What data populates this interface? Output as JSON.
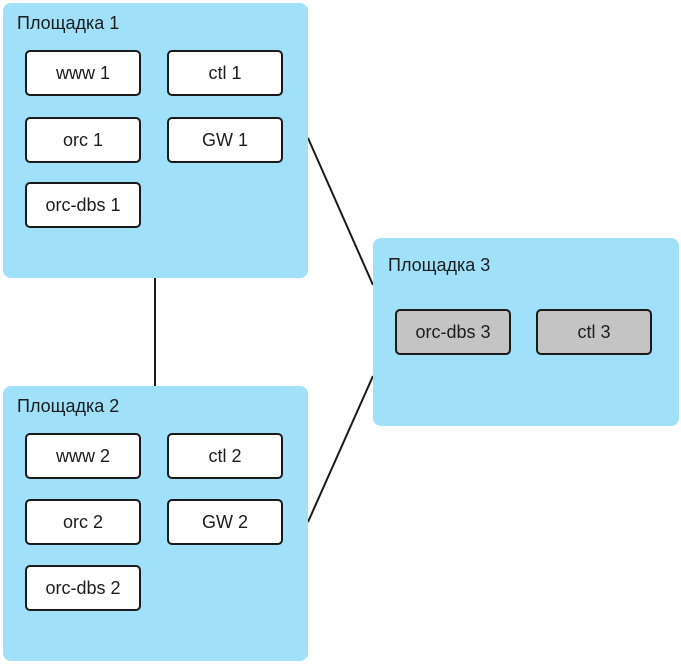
{
  "sites": {
    "site1": {
      "title": "Площадка 1",
      "nodes": [
        "www 1",
        "ctl 1",
        "orc 1",
        "GW 1",
        "orc-dbs 1"
      ]
    },
    "site2": {
      "title": "Площадка 2",
      "nodes": [
        "www 2",
        "ctl 2",
        "orc 2",
        "GW 2",
        "orc-dbs 2"
      ]
    },
    "site3": {
      "title": "Площадка 3",
      "nodes": [
        "orc-dbs 3",
        "ctl 3"
      ]
    }
  },
  "colors": {
    "site_fill": "#a0e0f8",
    "node_fill": "#ffffff",
    "node_fill_inactive": "#c4c4c4",
    "line": "#1a1a1a"
  },
  "links": [
    {
      "from": "site1",
      "to": "site2"
    },
    {
      "from": "site1",
      "to": "site3"
    },
    {
      "from": "site2",
      "to": "site3"
    }
  ]
}
